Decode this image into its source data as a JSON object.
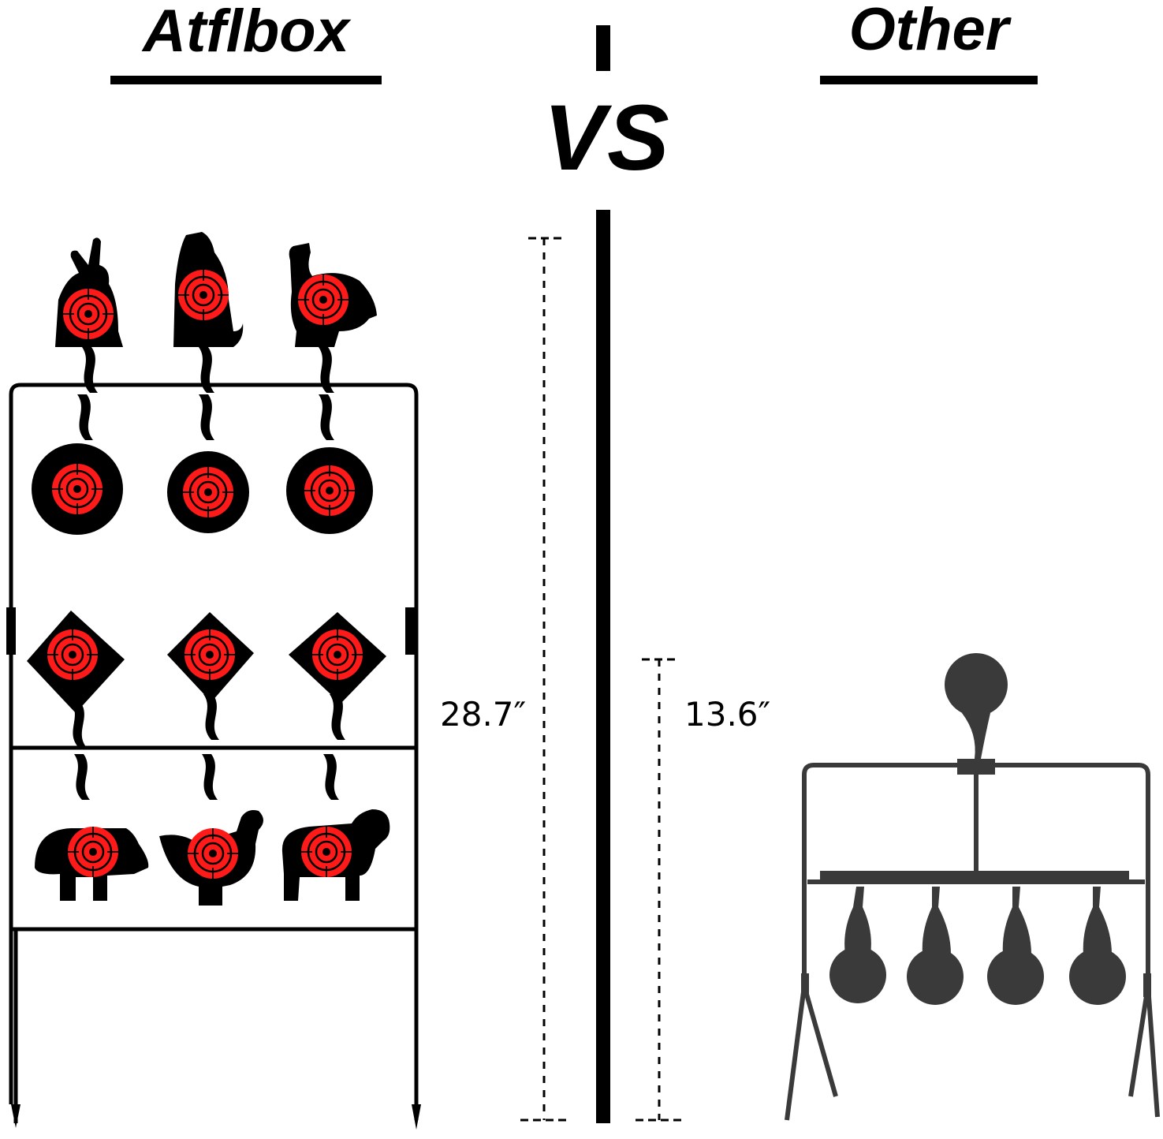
{
  "labels": {
    "brand": "Atflbox",
    "other": "Other",
    "versus": "VS"
  },
  "dimensions": {
    "left_height": "28.7″",
    "right_height": "13.6″"
  },
  "colors": {
    "ink": "#000000",
    "target_red": "#ff1a1a",
    "competitor_grey": "#3a3a3a"
  },
  "icons": {
    "left_product": "multi-target-spinner-icon",
    "right_product": "four-paddle-spinner-icon"
  }
}
